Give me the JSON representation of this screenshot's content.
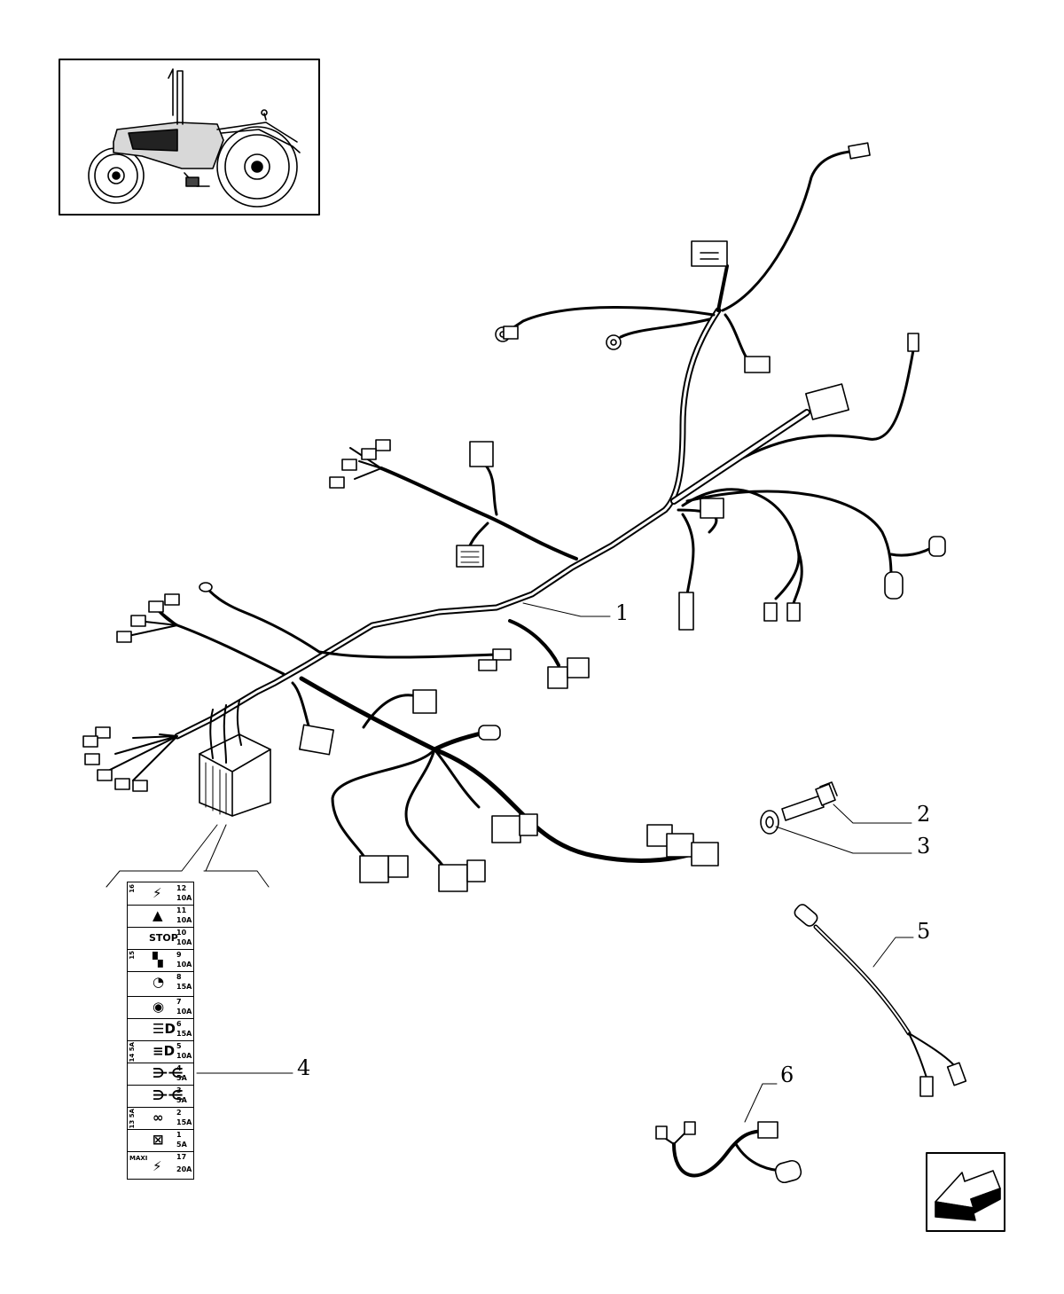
{
  "callouts": {
    "harness_main": "1",
    "screw": "2",
    "washer": "3",
    "fuse_box": "4",
    "cable_5": "5",
    "cable_6": "6"
  },
  "fuse_panel": {
    "rows": [
      {
        "group": "16",
        "symbol": "horn-flash-icon",
        "num": "12",
        "amp": "10A"
      },
      {
        "group": "",
        "symbol": "hazard-triangle-icon",
        "num": "11",
        "amp": "10A"
      },
      {
        "group": "",
        "symbol": "stop-text",
        "label": "STOP",
        "num": "10",
        "amp": "10A"
      },
      {
        "group": "15",
        "symbol": "tractor-icon",
        "num": "9",
        "amp": "10A"
      },
      {
        "group": "",
        "symbol": "work-lamp-icon",
        "num": "8",
        "amp": "15A"
      },
      {
        "group": "",
        "symbol": "gauge-icon",
        "num": "7",
        "amp": "10A"
      },
      {
        "group": "",
        "symbol": "headlight-icon",
        "num": "6",
        "amp": "15A"
      },
      {
        "group": "14 5A",
        "symbol": "headlight-low-icon",
        "num": "5",
        "amp": "10A"
      },
      {
        "group": "",
        "symbol": "side-light-icon",
        "num": "4",
        "amp": "5A"
      },
      {
        "group": "",
        "symbol": "side-light-icon",
        "num": "3",
        "amp": "5A"
      },
      {
        "group": "13 5A",
        "symbol": "fog-lamp-icon",
        "num": "2",
        "amp": "15A"
      },
      {
        "group": "",
        "symbol": "crossed-lamp-icon",
        "num": "1",
        "amp": "5A"
      },
      {
        "group": "MAXI",
        "symbol": "lightning-icon",
        "num": "17",
        "amp": "20A"
      }
    ]
  }
}
